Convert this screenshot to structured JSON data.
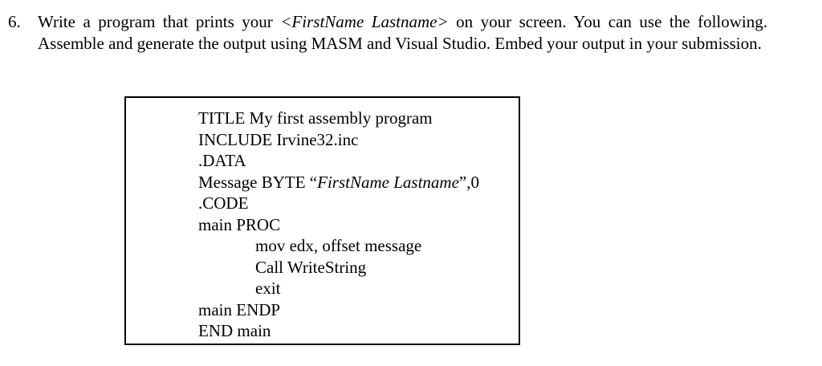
{
  "document": {
    "question": {
      "number": "6.",
      "text_part_1": "Write a program that prints your ",
      "emphasis_1": "<FirstName Lastname>",
      "text_part_2": " on your screen. You can use the following.  Assemble and generate the output using MASM and Visual Studio.  Embed your output in your submission.",
      "full_text": "Write a program that prints your <FirstName Lastname> on your screen. You can use the following.  Assemble and generate the output using MASM and Visual Studio.  Embed your output in your submission."
    },
    "code_box": {
      "lines": [
        {
          "text": "TITLE My first assembly program",
          "indented": false
        },
        {
          "text": "INCLUDE Irvine32.inc",
          "indented": false
        },
        {
          "text": ".DATA",
          "indented": false
        },
        {
          "text_before": "Message BYTE “",
          "emphasis": "FirstName Lastname",
          "text_after": "”,0",
          "indented": false
        },
        {
          "text": ".CODE",
          "indented": false
        },
        {
          "text": "main PROC",
          "indented": false
        },
        {
          "text": "mov edx, offset message",
          "indented": true
        },
        {
          "text": "Call WriteString",
          "indented": true
        },
        {
          "text": "exit",
          "indented": true
        },
        {
          "text": "main ENDP",
          "indented": false
        },
        {
          "text": "END main",
          "indented": false
        }
      ]
    }
  }
}
